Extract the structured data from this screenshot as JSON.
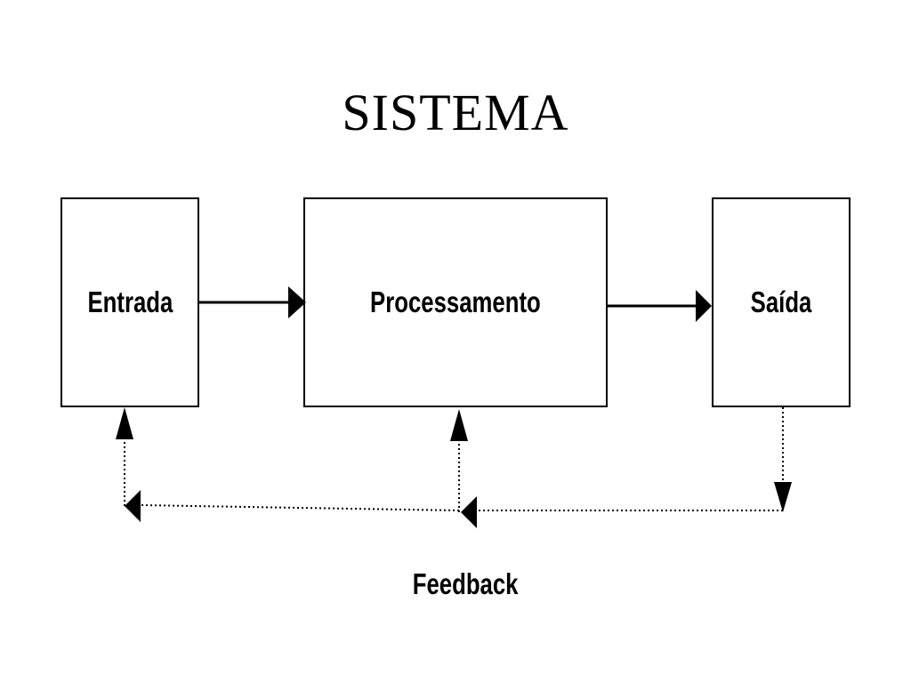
{
  "title": "SISTEMA",
  "boxes": {
    "entrada": "Entrada",
    "processamento": "Processamento",
    "saida": "Saída"
  },
  "feedback_label": "Feedback"
}
